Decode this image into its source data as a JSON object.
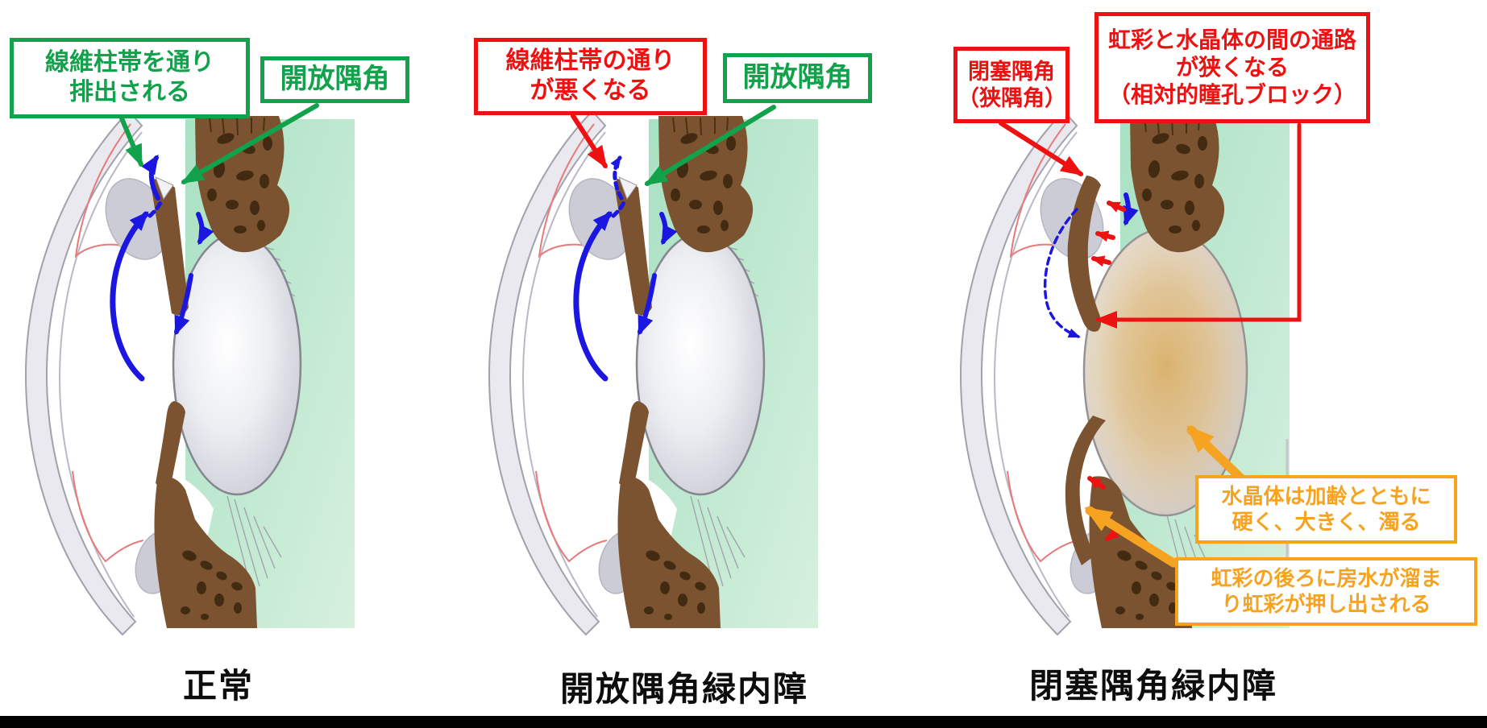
{
  "figure": {
    "title_context": "Glaucoma eye-angle comparison diagram",
    "panels": [
      {
        "id": "normal",
        "caption": "正常"
      },
      {
        "id": "open-angle-glaucoma",
        "caption": "開放隅角緑内障"
      },
      {
        "id": "closed-angle-glaucoma",
        "caption": "閉塞隅角緑内障"
      }
    ],
    "callouts": {
      "trabecular_outflow": {
        "lines": [
          "線維柱帯を通り",
          "排出される"
        ],
        "color": "#12a24c"
      },
      "open_angle_1": {
        "lines": [
          "開放隅角"
        ],
        "color": "#12a24c"
      },
      "trabecular_blocked": {
        "lines": [
          "線維柱帯の通り",
          "が悪くなる"
        ],
        "color": "#ee1111"
      },
      "open_angle_2": {
        "lines": [
          "開放隅角"
        ],
        "color": "#12a24c"
      },
      "closed_angle": {
        "lines": [
          "閉塞隅角",
          "（狭隅角）"
        ],
        "color": "#ee1111"
      },
      "pupil_block": {
        "lines": [
          "虹彩と水晶体の間の通路",
          "が狭くなる",
          "（相対的瞳孔ブロック）"
        ],
        "color": "#ee1111"
      },
      "lens_aging": {
        "lines": [
          "水晶体は加齢とともに",
          "硬く、大きく、濁る"
        ],
        "color": "#f6a321"
      },
      "iris_pushed": {
        "lines": [
          "虹彩の後ろに房水が溜ま",
          "り虹彩が押し出される"
        ],
        "color": "#f6a321"
      }
    },
    "legend_semantics": {
      "blue_arrows": "房水の流れ (aqueous humour flow)",
      "blue_dashed_arrows": "妨げられた流れ (impaired flow)",
      "red_small_arrows": "圧力で虹彩が前方へ押される",
      "orange_arrows": "加齢水晶体・虹彩の押し出し"
    },
    "colors": {
      "accent_green": "#12a24c",
      "accent_red": "#ee1111",
      "accent_orange": "#f6a321",
      "flow_blue": "#1b17e0",
      "mint_background": "#aee3c7",
      "iris_brown": "#7b5331",
      "caption_black": "#0d0d0d"
    }
  }
}
